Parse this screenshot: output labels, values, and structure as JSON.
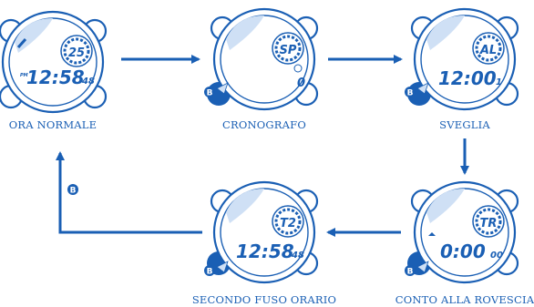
{
  "colors": {
    "primary": "#1a5fb4",
    "light": "#cfe0f5",
    "background": "#ffffff"
  },
  "button_label": "B",
  "modes": [
    {
      "caption": "ORA NORMALE",
      "circle_label": "25",
      "small_left": "PM",
      "time_main": "12:58",
      "time_small": "48"
    },
    {
      "caption": "CRONOGRAFO",
      "circle_label": "SP",
      "small_left": "",
      "time_main": "0",
      "time_small": ""
    },
    {
      "caption": "SVEGLIA",
      "circle_label": "AL",
      "small_left": "",
      "time_main": "12:00",
      "time_small": "1"
    },
    {
      "caption": "CONTO ALLA ROVESCIA",
      "circle_label": "TR",
      "small_left": "",
      "time_main": "0:00",
      "time_small": "00"
    },
    {
      "caption": "SECONDO FUSO ORARIO",
      "circle_label": "T2",
      "small_left": "",
      "time_main": "12:58",
      "time_small": "48"
    }
  ]
}
